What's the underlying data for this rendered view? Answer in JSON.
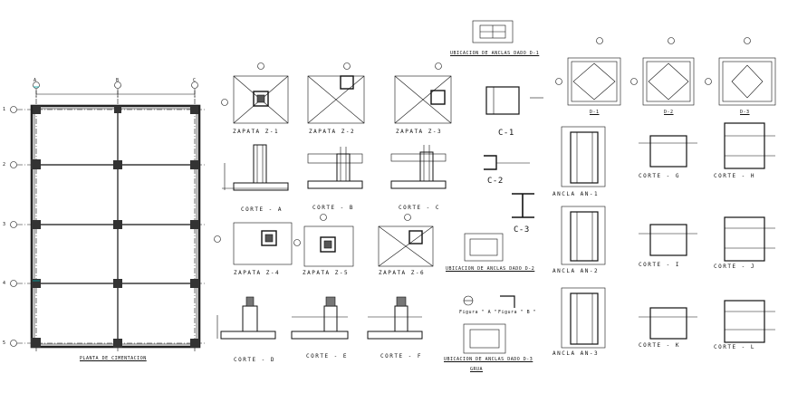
{
  "plan": {
    "title": "PLANTA DE CIMENTACION",
    "axis_cols": [
      "A",
      "B",
      "C"
    ],
    "axis_rows": [
      "1",
      "2",
      "3",
      "4",
      "5"
    ]
  },
  "zapatas": {
    "z1": "ZAPATA Z-1",
    "z2": "ZAPATA Z-2",
    "z3": "ZAPATA Z-3",
    "z4": "ZAPATA Z-4",
    "z5": "ZAPATA Z-5",
    "z6": "ZAPATA Z-6"
  },
  "cortes": {
    "a": "CORTE - A",
    "b": "CORTE - B",
    "c": "CORTE - C",
    "d": "CORTE - D",
    "e": "CORTE - E",
    "f": "CORTE - F",
    "g": "CORTE - G",
    "h": "CORTE - H",
    "i": "CORTE - I",
    "j": "CORTE - J",
    "k": "CORTE - K",
    "l": "CORTE - L"
  },
  "sections": {
    "c1": "C-1",
    "c2": "C-2",
    "c3": "C-3"
  },
  "anclas": {
    "dado1": "UBICACION DE ANCLAS DADO D-1",
    "dado2": "UBICACION DE ANCLAS DADO D-2",
    "dado3": "UBICACION DE ANCLAS DADO D-3",
    "an1": "ANCLA AN-1",
    "an2": "ANCLA AN-2",
    "an3": "ANCLA AN-3"
  },
  "dados": {
    "d1": "D-1",
    "d2": "D-2",
    "d3": "D-3"
  },
  "figures": {
    "fa": "Figura \" A \"",
    "fb": "Figura \" B \""
  },
  "misc": {
    "grua": "GRUA"
  }
}
